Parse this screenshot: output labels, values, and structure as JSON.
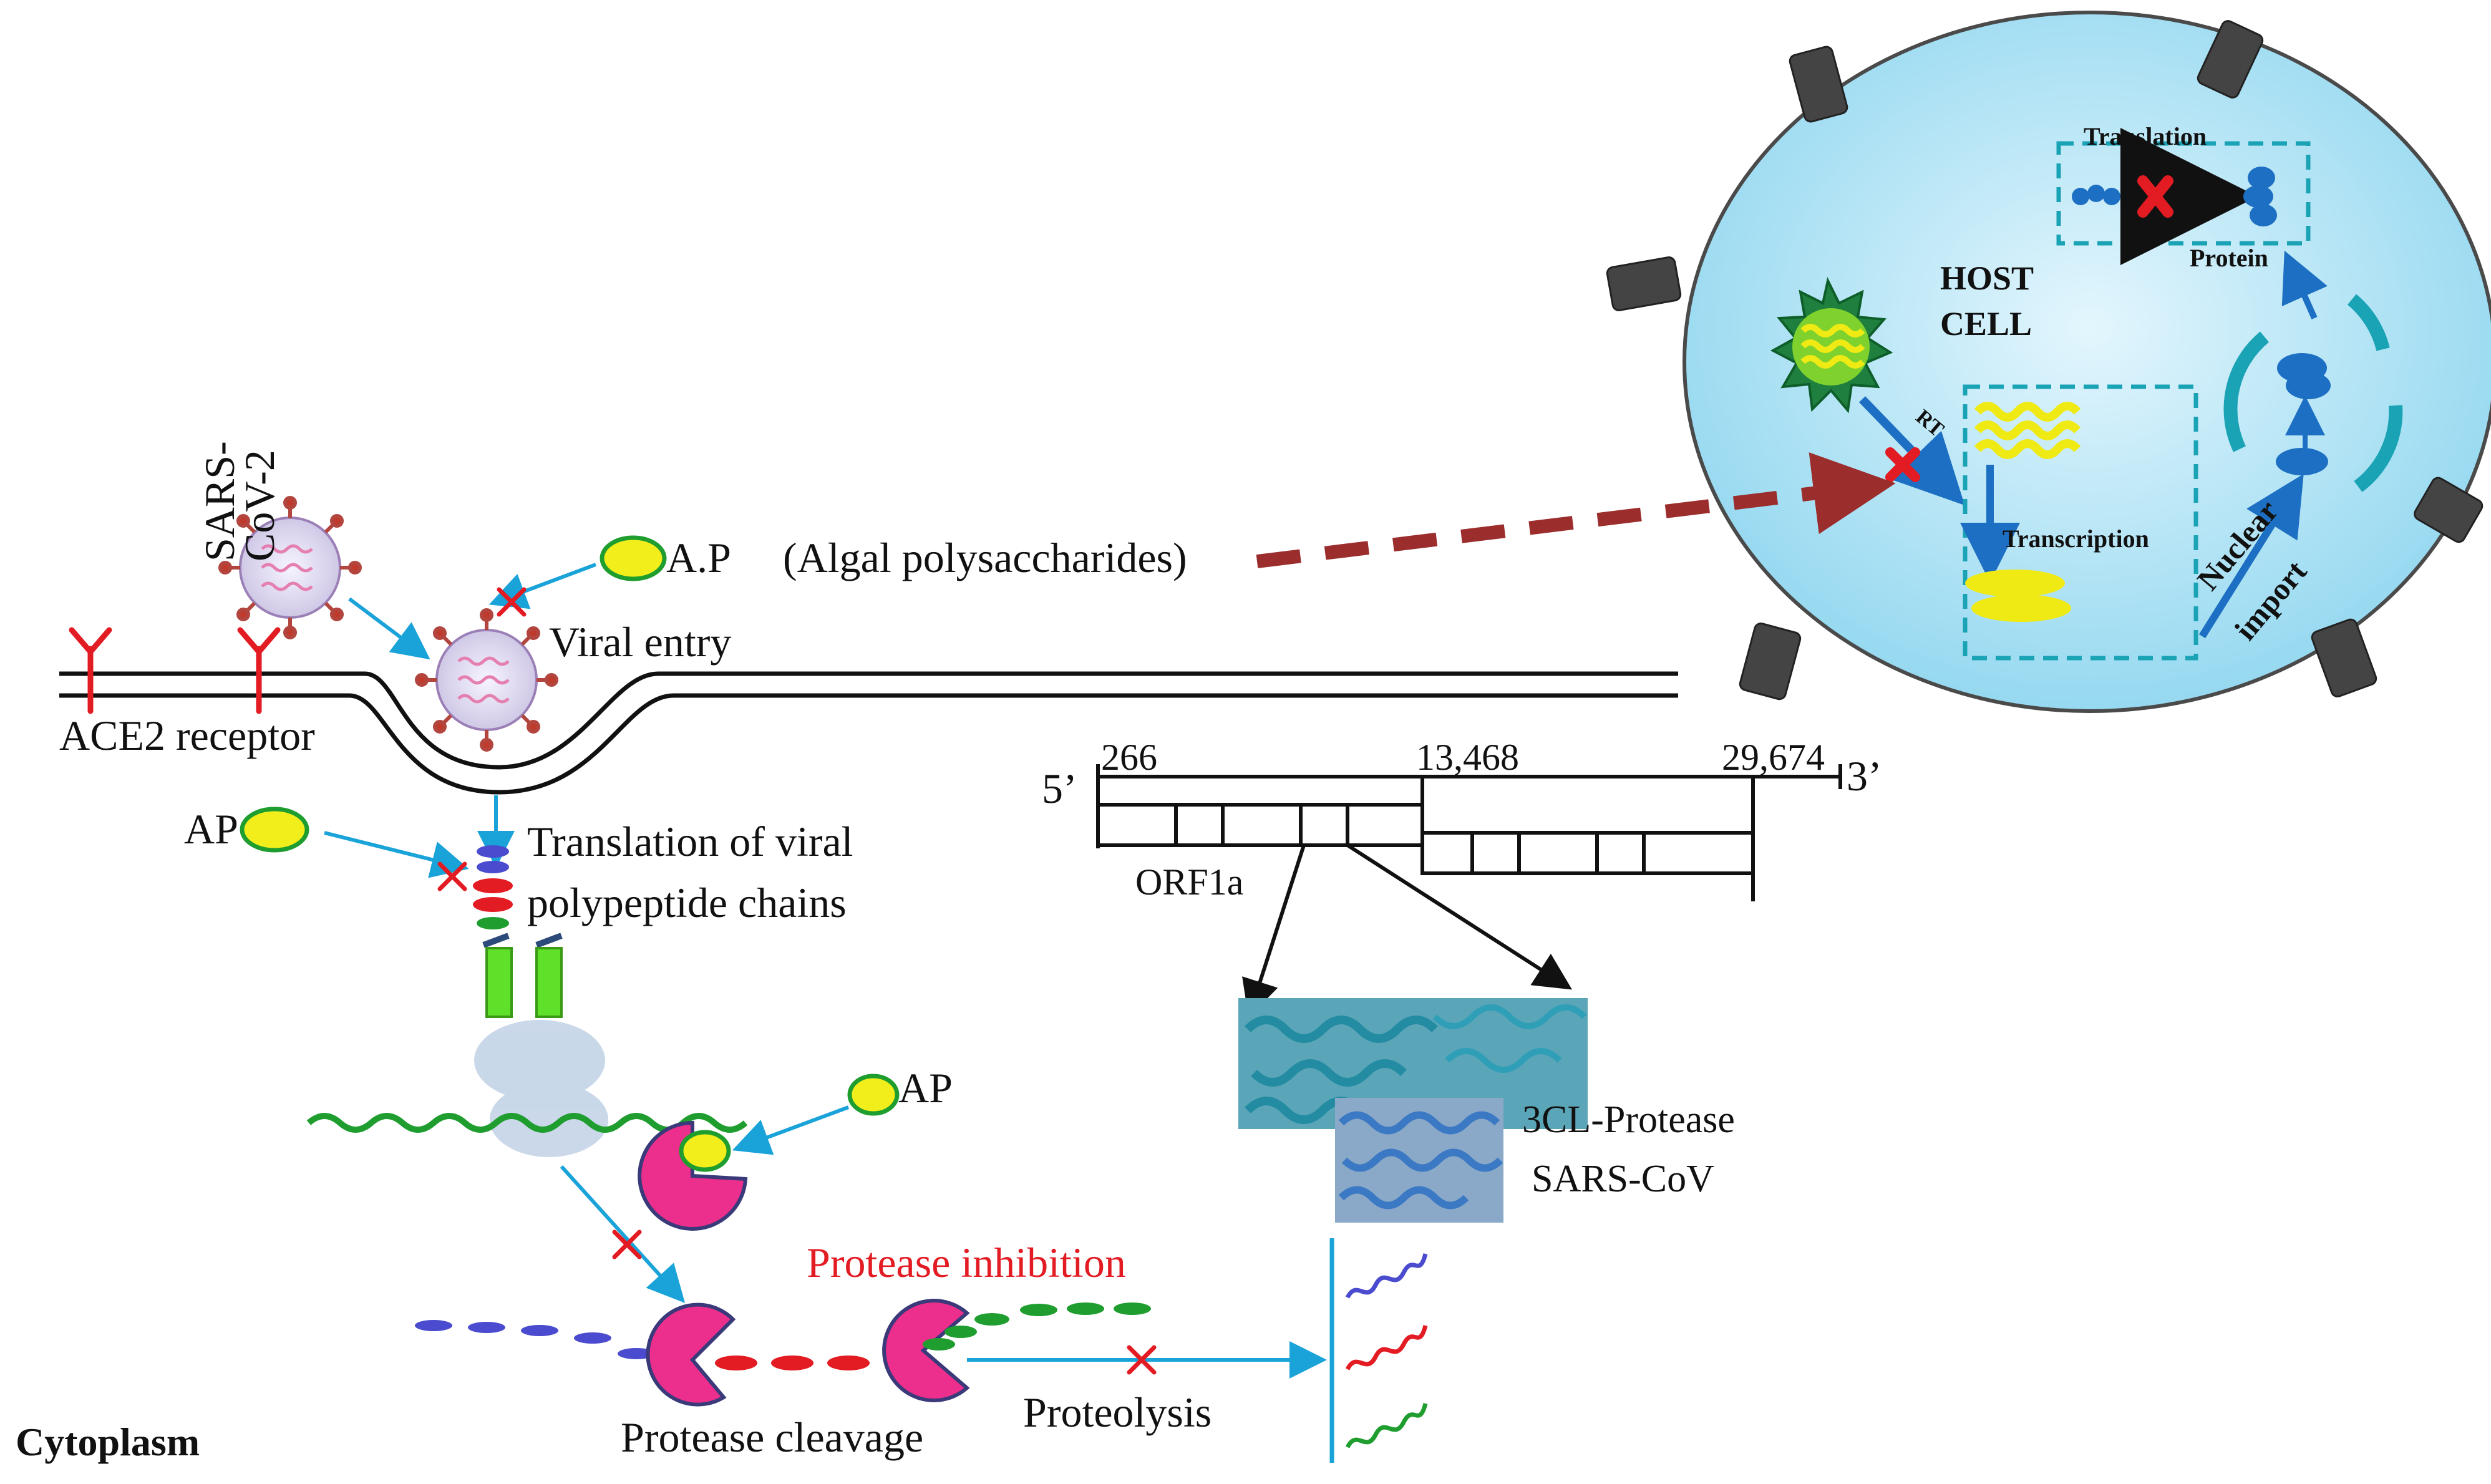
{
  "labels": {
    "sars_cov_2": "SARS-\nCoV-2",
    "ace2_receptor": "ACE2 receptor",
    "viral_entry": "Viral entry",
    "ap_dot_top": "A.P",
    "algal_polysaccharides": "(Algal polysaccharides)",
    "ap_left": "AP",
    "ap_middle": "AP",
    "translation_of_viral": "Translation of viral",
    "polypeptide_chains": "polypeptide chains",
    "protease_inhibition": "Protease inhibition",
    "protease_cleavage": "Protease cleavage",
    "proteolysis": "Proteolysis",
    "cytoplasm": "Cytoplasm",
    "orf1a": "ORF1a",
    "five_prime": "5’",
    "three_prime": "3’",
    "pos_266": "266",
    "pos_13468": "13,468",
    "pos_29674": "29,674",
    "protease_line1": "3CL-Protease",
    "protease_line2": "SARS-CoV",
    "host_cell_line1": "HOST",
    "host_cell_line2": "CELL",
    "translation_cell": "Translation",
    "protein_cell": "Protein",
    "rt": "RT",
    "transcription": "Transcription",
    "nuclear": "Nuclear",
    "import": "import"
  },
  "colors": {
    "cyan_arrow": "#1aa3d9",
    "host_cell_fill": "#bfe9f7",
    "dashed_arrow": "#9b2d2d",
    "ap_fill": "#f2ee1b",
    "ap_stroke": "#1f9e2f",
    "protease_fill": "#ec2e8c",
    "red_x": "#e31b23"
  }
}
